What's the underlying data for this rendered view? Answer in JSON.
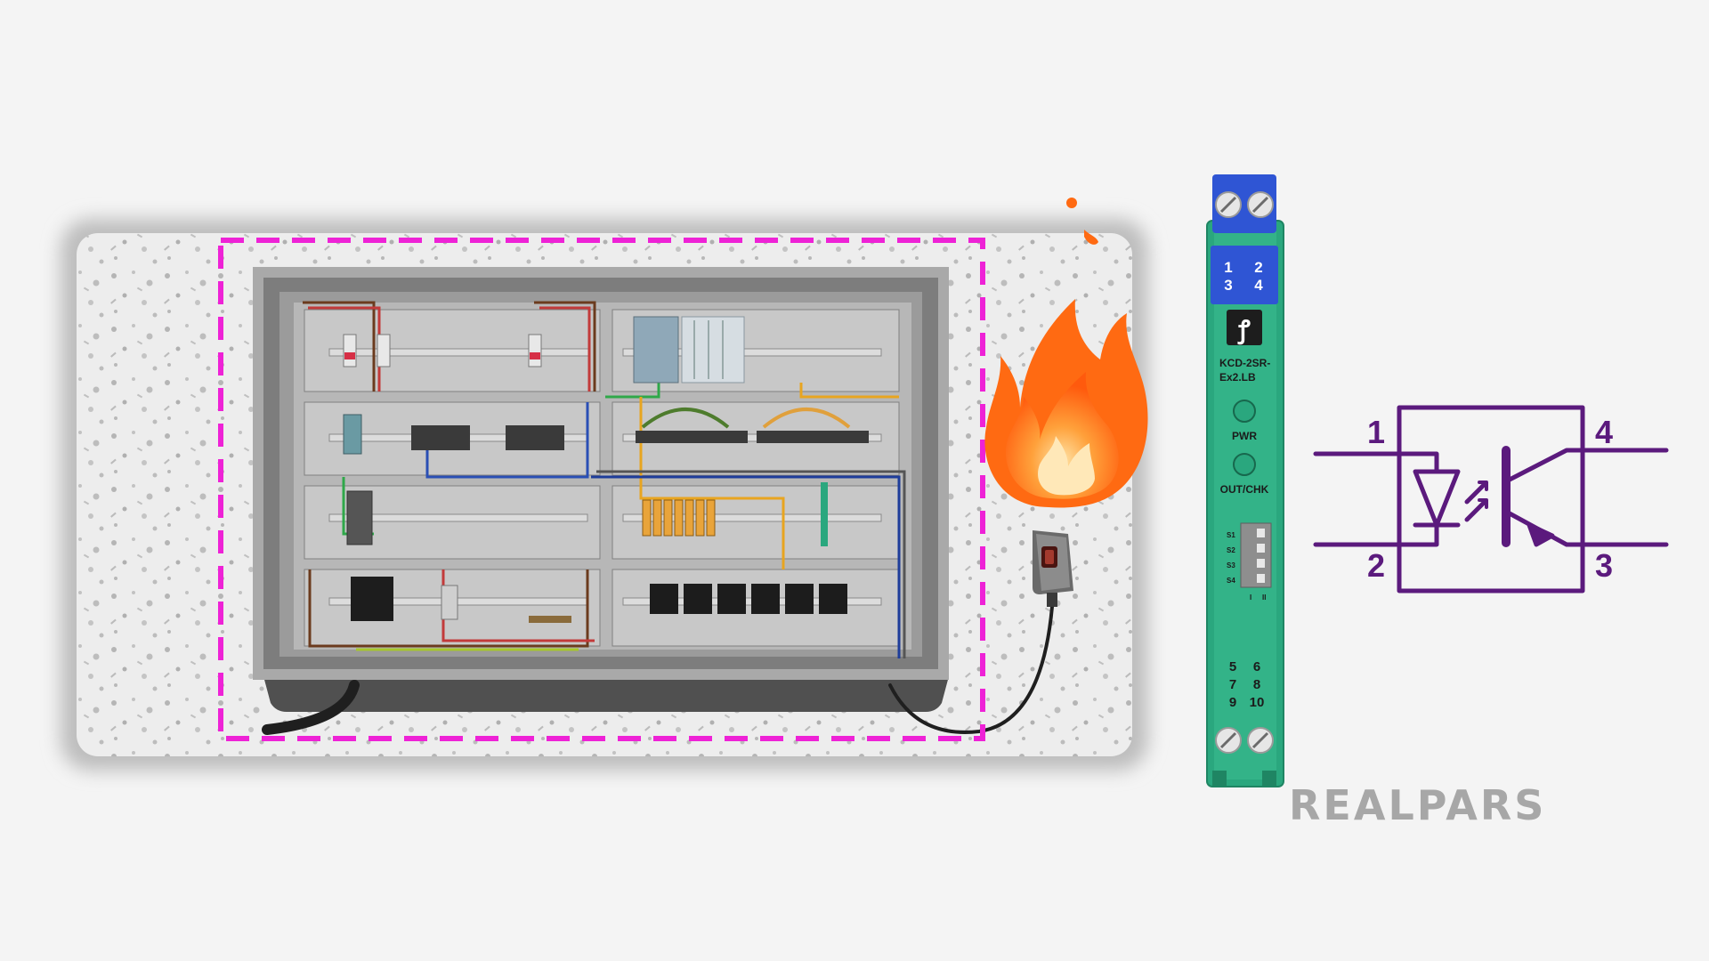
{
  "module": {
    "top_terminals": [
      "1",
      "2",
      "3",
      "4"
    ],
    "model_label": [
      "KCD-2SR-",
      "Ex2.LB"
    ],
    "pwr_label": "PWR",
    "outchk_label": "OUT/CHK",
    "switch_labels": [
      "S1",
      "S2",
      "S3",
      "S4"
    ],
    "switch_positions": [
      "I",
      "II"
    ],
    "bottom_terminals": [
      "5",
      "6",
      "7",
      "8",
      "9",
      "10"
    ],
    "logo_icon": "pepperl-fuchs-logo-icon"
  },
  "optocoupler": {
    "pins": [
      "1",
      "2",
      "3",
      "4"
    ],
    "color": "#5b1a7d"
  },
  "brand": {
    "name": "REALPARS",
    "color": "#a7a7a7"
  },
  "colors": {
    "zone_border": "#ee22d6",
    "module_green": "#2aa77e",
    "module_blue": "#2f55d4",
    "cabinet_gray": "#9a9a9a",
    "flame_orange": "#ff6a12"
  }
}
